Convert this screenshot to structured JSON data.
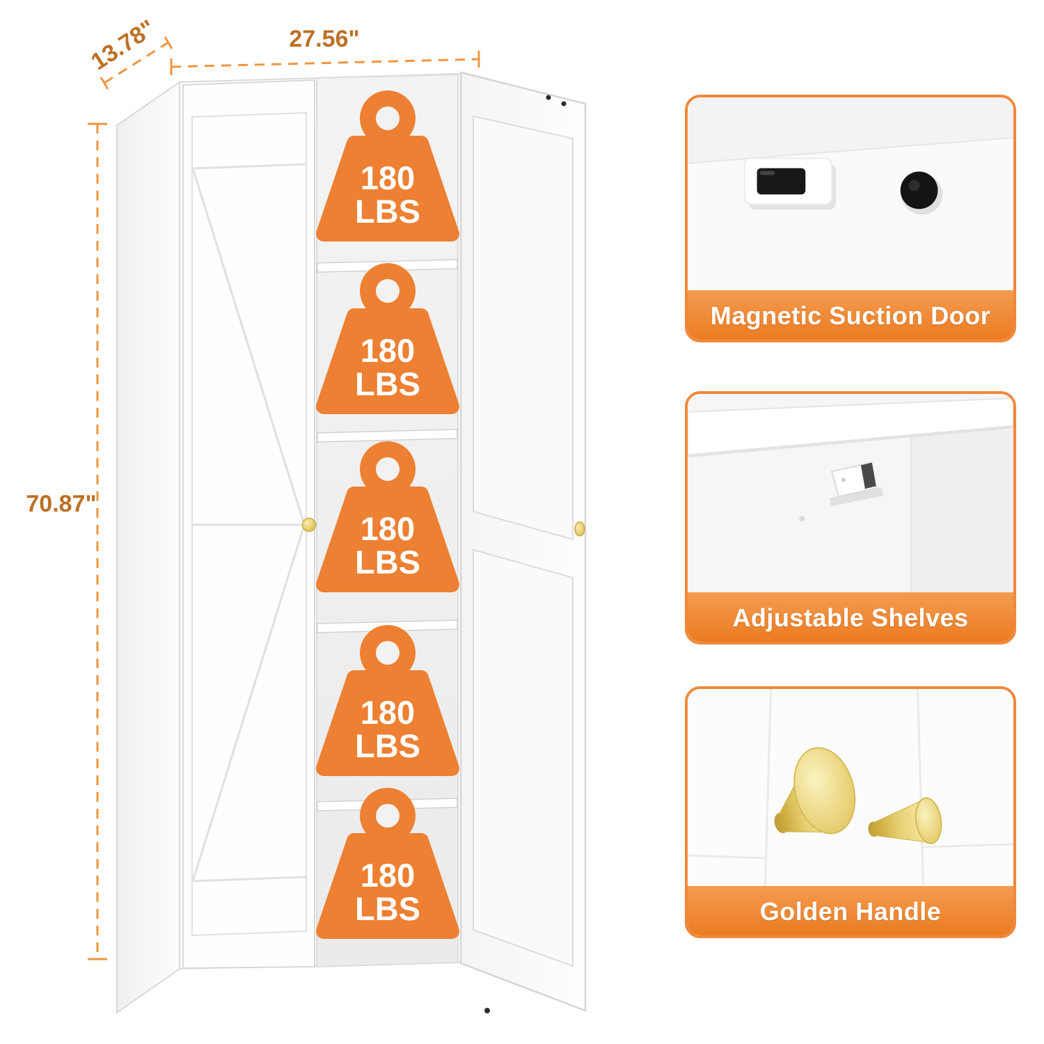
{
  "colors": {
    "accent_orange": "#ED8032",
    "banner_orange": "#EB7A20",
    "dimension_text": "#BC7026",
    "gold_handle": "#E3C455"
  },
  "dimensions": {
    "depth": "13.78\"",
    "width": "27.56\"",
    "height": "70.87\""
  },
  "cabinet": {
    "shelf_weights": [
      {
        "line1": "180",
        "line2": "LBS"
      },
      {
        "line1": "180",
        "line2": "LBS"
      },
      {
        "line1": "180",
        "line2": "LBS"
      },
      {
        "line1": "180",
        "line2": "LBS"
      },
      {
        "line1": "180",
        "line2": "LBS"
      }
    ]
  },
  "features": [
    {
      "label": "Magnetic Suction Door"
    },
    {
      "label": "Adjustable Shelves"
    },
    {
      "label": "Golden Handle"
    }
  ]
}
